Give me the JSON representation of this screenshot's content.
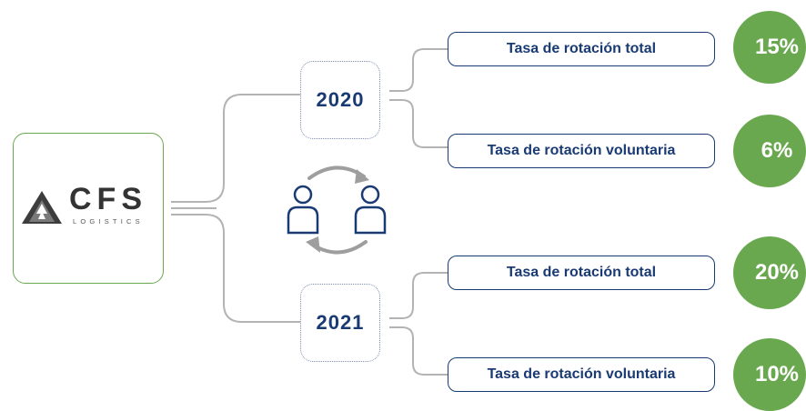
{
  "company": {
    "name": "CFS",
    "subtitle": "LOGISTICS"
  },
  "years": [
    {
      "year": "2020",
      "metrics": [
        {
          "label": "Tasa de rotación total",
          "value": "15%"
        },
        {
          "label": "Tasa de rotación voluntaria",
          "value": "6%"
        }
      ]
    },
    {
      "year": "2021",
      "metrics": [
        {
          "label": "Tasa de rotación total",
          "value": "20%"
        },
        {
          "label": "Tasa de rotación voluntaria",
          "value": "10%"
        }
      ]
    }
  ],
  "colors": {
    "accent_green": "#6aa84f",
    "navy": "#1a3a73",
    "connector_gray": "#b3b3b3",
    "logo_dark": "#333333"
  },
  "icons": [
    "cycle-arrows-icon",
    "person-icon"
  ]
}
